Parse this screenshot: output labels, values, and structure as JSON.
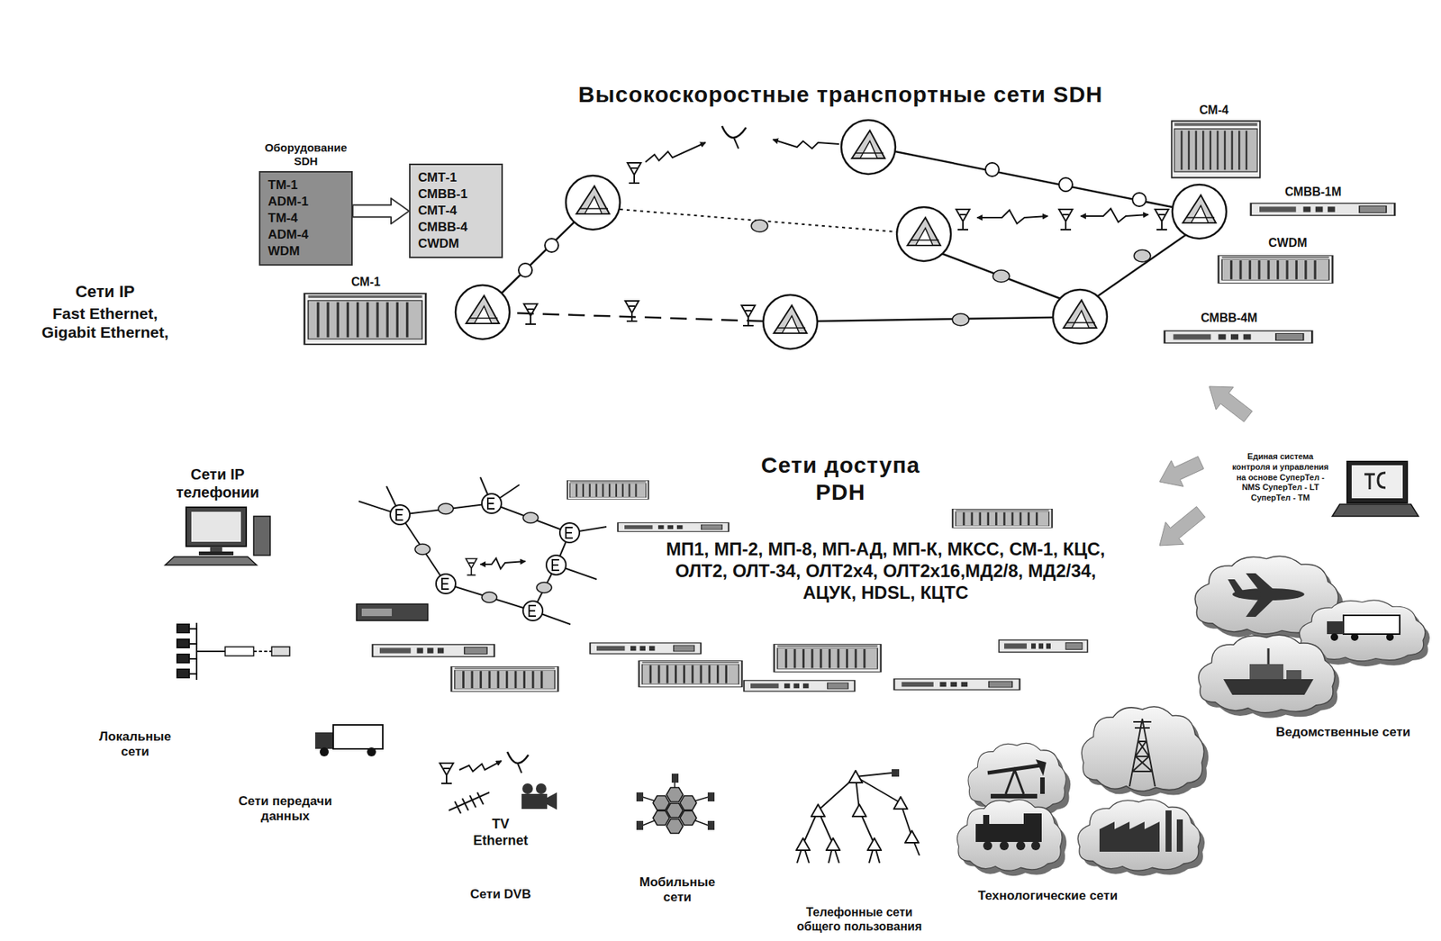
{
  "diagram": {
    "nodes": [
      {
        "text": [
          "Высокоскоростные транспортные сети SDH"
        ]
      },
      {
        "text": [
          "Оборудование SDH",
          "TM-1 ADM-1 TM-4 ADM-4 WDM"
        ],
        "in": 0
      },
      {
        "text": [
          "СМТ-1 СМВВ-1 СМТ-4 СМВВ-4 CWDM"
        ],
        "in": 0
      },
      {
        "text": [
          "Сети IP",
          "Fast Ethernet, Gigabit Ethernet,"
        ]
      },
      {
        "text": [
          "Сети доступа PDH",
          "МП1, МП-2, МП-8, МП-АД, МП-К, МКСС, СМ-1, КЦС, ОЛТ2, ОЛТ-34, ОЛТ2x4, ОЛТ2x16,МД2/8, МД2/34, АЦУК, HDSL, КЦТС"
        ]
      },
      {
        "text": [
          "Единая система контроля и управления на основе СуперТел - NMS СуперТел - LT СуперТел - ТМ"
        ]
      },
      {
        "text": [
          "Сети IP телефонии"
        ]
      },
      {
        "text": [
          "Локальные сети"
        ]
      },
      {
        "text": [
          "Сети передачи данных"
        ]
      },
      {
        "text": [
          "TV Ethernet",
          "Сети DVB"
        ]
      },
      {
        "text": [
          "Мобильные сети"
        ]
      },
      {
        "text": [
          "Телефонные сети общего пользования"
        ]
      }
    ],
    "edges": [
      {
        "from": 1,
        "to": 2,
        "arrow": "to"
      },
      {
        "from": 5,
        "to": 0,
        "arrow": "to"
      },
      {
        "from": 5,
        "to": 4,
        "arrow": "to"
      },
      {
        "from": 5,
        "to": 4,
        "arrow": "to"
      }
    ],
    "labels": [
      "СМ-1",
      "СМ-4",
      "СМВВ-1М",
      "CWDM",
      "СМВВ-4М",
      "Ведомственные сети",
      "Технологические сети"
    ]
  }
}
